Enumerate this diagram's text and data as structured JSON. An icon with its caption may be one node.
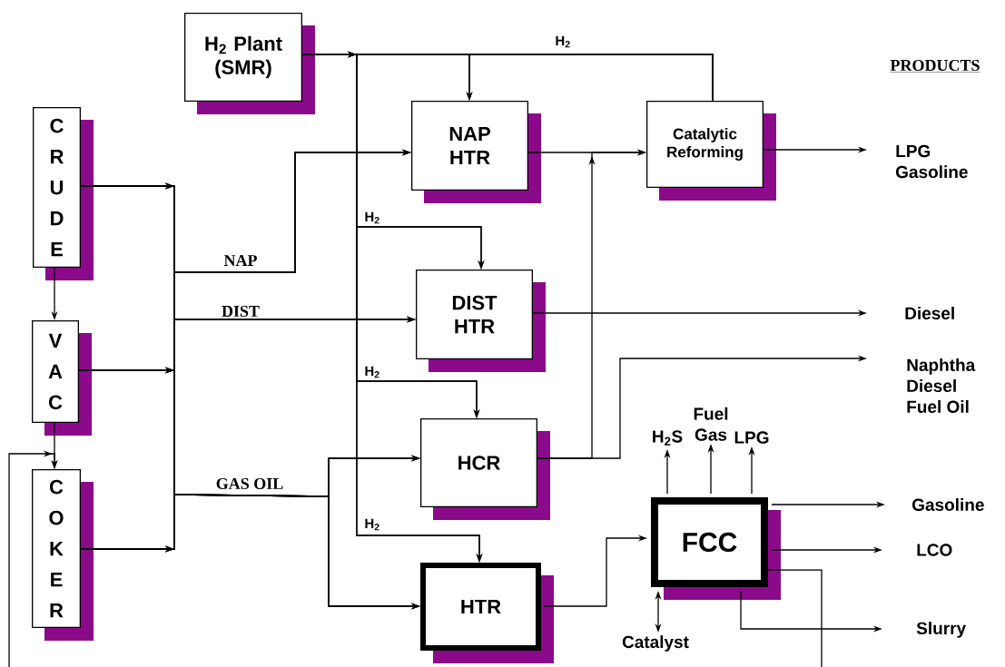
{
  "diagram": {
    "nodes": [
      {
        "text": [
          "H$_{2}$ Plant (SMR)"
        ]
      },
      {
        "text": [
          "CRUDE"
        ]
      },
      {
        "text": [
          "VAC"
        ]
      },
      {
        "text": [
          "COKER"
        ]
      },
      {
        "text": [
          "NAP HTR"
        ]
      },
      {
        "text": [
          "Catalytic Reforming"
        ]
      },
      {
        "text": [
          "DIST HTR"
        ]
      },
      {
        "text": [
          "HCR"
        ]
      },
      {
        "text": [
          "HTR"
        ]
      },
      {
        "text": [
          "FCC"
        ]
      },
      {
        "text": [
          "LPG",
          "Gasoline"
        ]
      },
      {
        "text": [
          "Diesel"
        ]
      },
      {
        "text": [
          "Naphtha",
          "Diesel",
          "Fuel Oil"
        ]
      },
      {
        "text": [
          "H$_{2}$S"
        ]
      },
      {
        "text": [
          "Fuel Gas"
        ]
      },
      {
        "text": [
          "LPG"
        ]
      },
      {
        "text": [
          "Gasoline"
        ]
      },
      {
        "text": [
          "LCO"
        ]
      },
      {
        "text": [
          "Slurry"
        ]
      },
      {
        "text": [
          "Catalyst"
        ]
      }
    ],
    "edges": [
      {
        "from": 0,
        "to": 4,
        "arrow": "to"
      },
      {
        "from": 0,
        "to": 6,
        "arrow": "to",
        "label": "H$_{2}$"
      },
      {
        "from": 0,
        "to": 7,
        "arrow": "to",
        "label": "H$_{2}$"
      },
      {
        "from": 0,
        "to": 8,
        "arrow": "to",
        "label": "H$_{2}$"
      },
      {
        "from": 5,
        "to": 4,
        "arrow": "to",
        "label": "H$_{2}$"
      },
      {
        "from": 5,
        "to": 6,
        "arrow": "to"
      },
      {
        "from": 5,
        "to": 7,
        "arrow": "to"
      },
      {
        "from": 5,
        "to": 8,
        "arrow": "to"
      },
      {
        "from": 1,
        "to": 4,
        "arrow": "to",
        "label": "NAP"
      },
      {
        "from": 1,
        "to": 6,
        "arrow": "to",
        "label": "DIST"
      },
      {
        "from": 1,
        "to": 7,
        "arrow": "to",
        "label": "GAS OIL"
      },
      {
        "from": 1,
        "to": 8,
        "arrow": "to"
      },
      {
        "from": 2,
        "to": 4,
        "arrow": "to"
      },
      {
        "from": 2,
        "to": 6,
        "arrow": "to"
      },
      {
        "from": 2,
        "to": 7,
        "arrow": "to"
      },
      {
        "from": 2,
        "to": 8,
        "arrow": "to"
      },
      {
        "from": 3,
        "to": 4,
        "arrow": "to"
      },
      {
        "from": 3,
        "to": 6,
        "arrow": "to"
      },
      {
        "from": 3,
        "to": 7,
        "arrow": "to"
      },
      {
        "from": 3,
        "to": 8,
        "arrow": "to"
      },
      {
        "from": 1,
        "to": 2,
        "arrow": "to"
      },
      {
        "from": 2,
        "to": 3,
        "arrow": "to"
      },
      {
        "from": null,
        "to": 3,
        "arrow": "to"
      },
      {
        "from": 9,
        "to": null,
        "arrow": "none"
      },
      {
        "from": 4,
        "to": 5,
        "arrow": "to"
      },
      {
        "from": 7,
        "to": 5,
        "arrow": "to"
      },
      {
        "from": 7,
        "to": 12,
        "arrow": "to"
      },
      {
        "from": 6,
        "to": 11,
        "arrow": "to"
      },
      {
        "from": 5,
        "to": 10,
        "arrow": "to"
      },
      {
        "from": 8,
        "to": 9,
        "arrow": "to"
      },
      {
        "from": 9,
        "to": 13,
        "arrow": "to"
      },
      {
        "from": 9,
        "to": 14,
        "arrow": "to"
      },
      {
        "from": 9,
        "to": 15,
        "arrow": "to"
      },
      {
        "from": 9,
        "to": 16,
        "arrow": "to"
      },
      {
        "from": 9,
        "to": 17,
        "arrow": "to"
      },
      {
        "from": 9,
        "to": 18,
        "arrow": "to"
      },
      {
        "from": 9,
        "to": 19,
        "arrow": "both"
      }
    ],
    "labels": [
      "PRODUCTS"
    ]
  }
}
